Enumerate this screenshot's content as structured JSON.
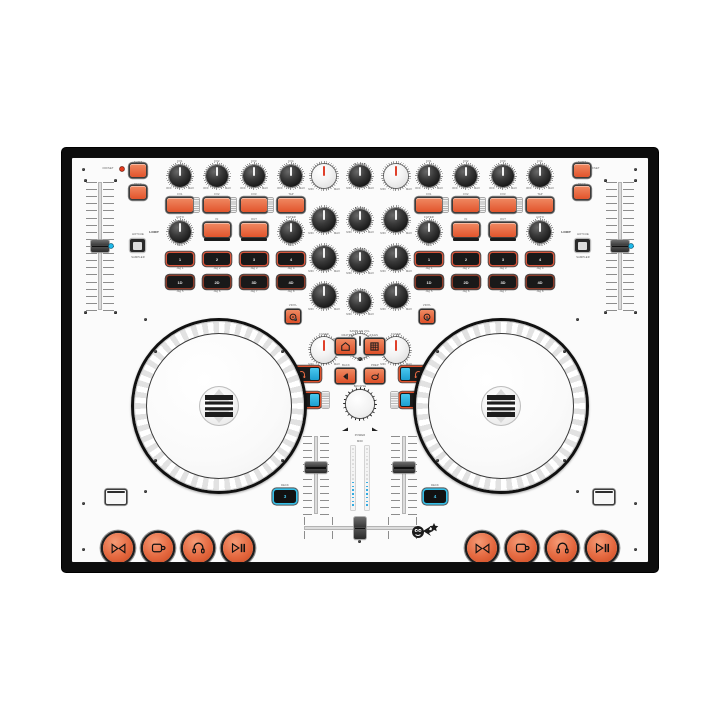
{
  "device": {
    "type": "dj-controller",
    "panel_color": "#fbfbfb",
    "chassis_color": "#0d0d0d",
    "accent_color": "#e2542c",
    "cue_color": "#35bfe8",
    "led_color": "#e43b1e"
  },
  "decks": {
    "left": {
      "offset_label": "OFFSET",
      "shift_label": "SHIFT",
      "deck_label": "DECK",
      "loop_label": "LOOP",
      "hotcue_label": "HOTCUE",
      "sampler_label": "SAMPLER",
      "fx_knobs": [
        {
          "label": "FX1",
          "min": "OFF",
          "max": "MAX"
        },
        {
          "label": "FX2",
          "min": "OFF",
          "max": "MAX"
        },
        {
          "label": "FX3",
          "min": "OFF",
          "max": "MAX"
        },
        {
          "label": "FX4",
          "min": "OFF",
          "max": "MAX"
        }
      ],
      "fx_buttons": [
        "FX1",
        "FX2",
        "FX3",
        "TAP"
      ],
      "loop_knob": {
        "label": "AUTO",
        "sub": "OFF"
      },
      "loop_buttons": [
        "IN",
        "OUT"
      ],
      "filter_knob": {
        "label": "FILTER"
      },
      "hotcues": [
        "1",
        "2",
        "3",
        "4"
      ],
      "hotcue_sub": [
        "Jog 1",
        "Jog 2",
        "Jog 3",
        "Jog 4"
      ],
      "samplers": [
        "1D",
        "2D",
        "3D",
        "4D"
      ],
      "sampler_sub": [
        "Jog 5",
        "Jog 6",
        "Jog 7",
        "Jog 8"
      ],
      "eq": [
        {
          "label": "GAIN",
          "min": "MIN",
          "max": "MAX"
        },
        {
          "label": "HIGH",
          "min": "MIN",
          "max": "MAX"
        },
        {
          "label": "MID",
          "min": "MIN",
          "max": "MAX"
        },
        {
          "label": "LOW",
          "min": "MIN",
          "max": "MAX"
        }
      ],
      "deck_number": "3",
      "cue_button_label": "CUE",
      "load_button_label": "LOAD",
      "transport": [
        "sync-icon",
        "cue-icon",
        "headphone-icon",
        "play-pause-icon"
      ],
      "pitch_fader_value": 50
    },
    "right": {
      "offset_label": "OFFSET",
      "shift_label": "SHIFT",
      "deck_label": "DECK",
      "loop_label": "LOOP",
      "hotcue_label": "HOTCUE",
      "sampler_label": "SAMPLER",
      "fx_knobs": [
        {
          "label": "FX1",
          "min": "OFF",
          "max": "MAX"
        },
        {
          "label": "FX2",
          "min": "OFF",
          "max": "MAX"
        },
        {
          "label": "FX3",
          "min": "OFF",
          "max": "MAX"
        },
        {
          "label": "FX4",
          "min": "OFF",
          "max": "MAX"
        }
      ],
      "fx_buttons": [
        "FX1",
        "FX2",
        "FX3",
        "TAP"
      ],
      "loop_knob": {
        "label": "AUTO",
        "sub": "OFF"
      },
      "loop_buttons": [
        "IN",
        "OUT"
      ],
      "filter_knob": {
        "label": "FILTER"
      },
      "hotcues": [
        "1",
        "2",
        "3",
        "4"
      ],
      "hotcue_sub": [
        "Jog 1",
        "Jog 2",
        "Jog 3",
        "Jog 4"
      ],
      "samplers": [
        "1D",
        "2D",
        "3D",
        "4D"
      ],
      "sampler_sub": [
        "Jog 5",
        "Jog 6",
        "Jog 7",
        "Jog 8"
      ],
      "eq": [
        {
          "label": "GAIN",
          "min": "MIN",
          "max": "MAX"
        },
        {
          "label": "HIGH",
          "min": "MIN",
          "max": "MAX"
        },
        {
          "label": "MID",
          "min": "MIN",
          "max": "MAX"
        },
        {
          "label": "LOW",
          "min": "MIN",
          "max": "MAX"
        }
      ],
      "deck_number": "4",
      "cue_button_label": "CUE",
      "load_button_label": "LOAD",
      "transport": [
        "sync-icon",
        "cue-icon",
        "headphone-icon",
        "play-pause-icon"
      ],
      "pitch_fader_value": 50
    }
  },
  "mixer": {
    "master_label": "MASTER",
    "booth_label": "BOOTH",
    "phones_label": "PHONES",
    "cuemix_label": "CUE MIX",
    "sampler_vol_label": "SAMPLER VOL.",
    "cuemix_min": "CUE",
    "cuemix_max": "PGM",
    "browse_label": "BROWSE",
    "back_label": "BACK",
    "prep_label": "PREP",
    "crates_label": "CRATES",
    "files_label": "FILES",
    "load_left_label": "LOAD A",
    "load_right_label": "LOAD B",
    "power_label": "POWER",
    "vu_label": "MIDI",
    "crossfader_label": "",
    "channel_faders": [
      60,
      60
    ],
    "crossfader_value": 50,
    "vu_left": [
      1,
      1,
      1,
      1,
      1,
      1,
      1,
      0,
      0,
      0,
      0,
      0,
      0,
      0,
      0,
      0
    ],
    "vu_right": [
      1,
      1,
      1,
      1,
      1,
      1,
      1,
      0,
      0,
      0,
      0,
      0,
      0,
      0,
      0,
      0
    ]
  },
  "branding": {
    "hub_logo": "s-logo",
    "mascot": "bomb-star-icon"
  }
}
